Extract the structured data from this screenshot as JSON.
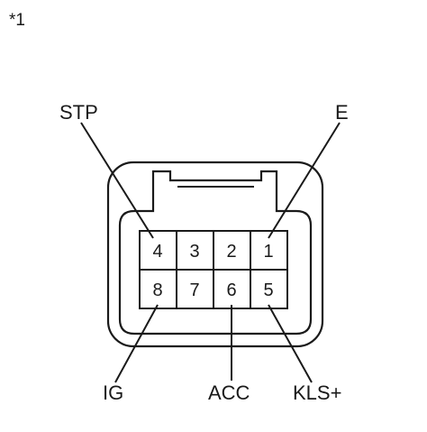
{
  "reference_mark": "*1",
  "connector": {
    "pins_top": [
      "4",
      "3",
      "2",
      "1"
    ],
    "pins_bottom": [
      "8",
      "7",
      "6",
      "5"
    ]
  },
  "labels": {
    "stp": "STP",
    "e": "E",
    "ig": "IG",
    "acc": "ACC",
    "kls": "KLS+"
  },
  "colors": {
    "line": "#1a1a1a",
    "background": "#ffffff"
  }
}
